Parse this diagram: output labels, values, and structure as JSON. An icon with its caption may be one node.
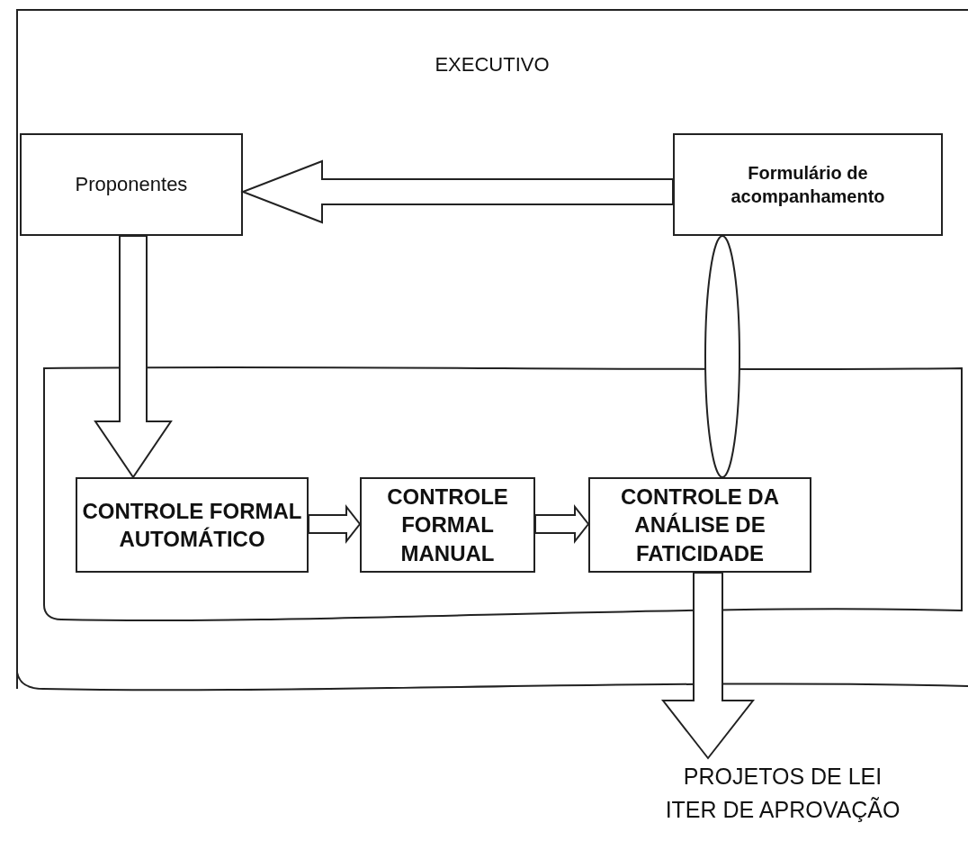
{
  "diagram": {
    "nodes": [
      {
        "text": [
          "EXECUTIVO"
        ]
      },
      {
        "text": [
          "Proponentes"
        ],
        "in": 0
      },
      {
        "text": [
          "Formulário de acompanhamento"
        ],
        "in": 0
      },
      {
        "text": [],
        "shape": "box",
        "in": 0
      },
      {
        "text": [
          "CONTROLE FORMAL AUTOMÁTICO"
        ],
        "in": 3
      },
      {
        "text": [
          "CONTROLE FORMAL MANUAL"
        ],
        "in": 3
      },
      {
        "text": [
          "CONTROLE DA ANÁLISE DE FATICIDADE"
        ],
        "in": 3
      },
      {
        "text": [
          "PROJETOS DE LEI",
          "ITER DE APROVAÇÃO"
        ]
      }
    ],
    "edges": [
      {
        "from": 2,
        "to": 1,
        "arrow": "to"
      },
      {
        "from": 1,
        "to": 4,
        "arrow": "to"
      },
      {
        "from": 4,
        "to": 5,
        "arrow": "to"
      },
      {
        "from": 5,
        "to": 6,
        "arrow": "to"
      },
      {
        "from": 2,
        "to": 6,
        "arrow": "none"
      },
      {
        "from": 6,
        "to": 7,
        "arrow": "to"
      }
    ]
  }
}
